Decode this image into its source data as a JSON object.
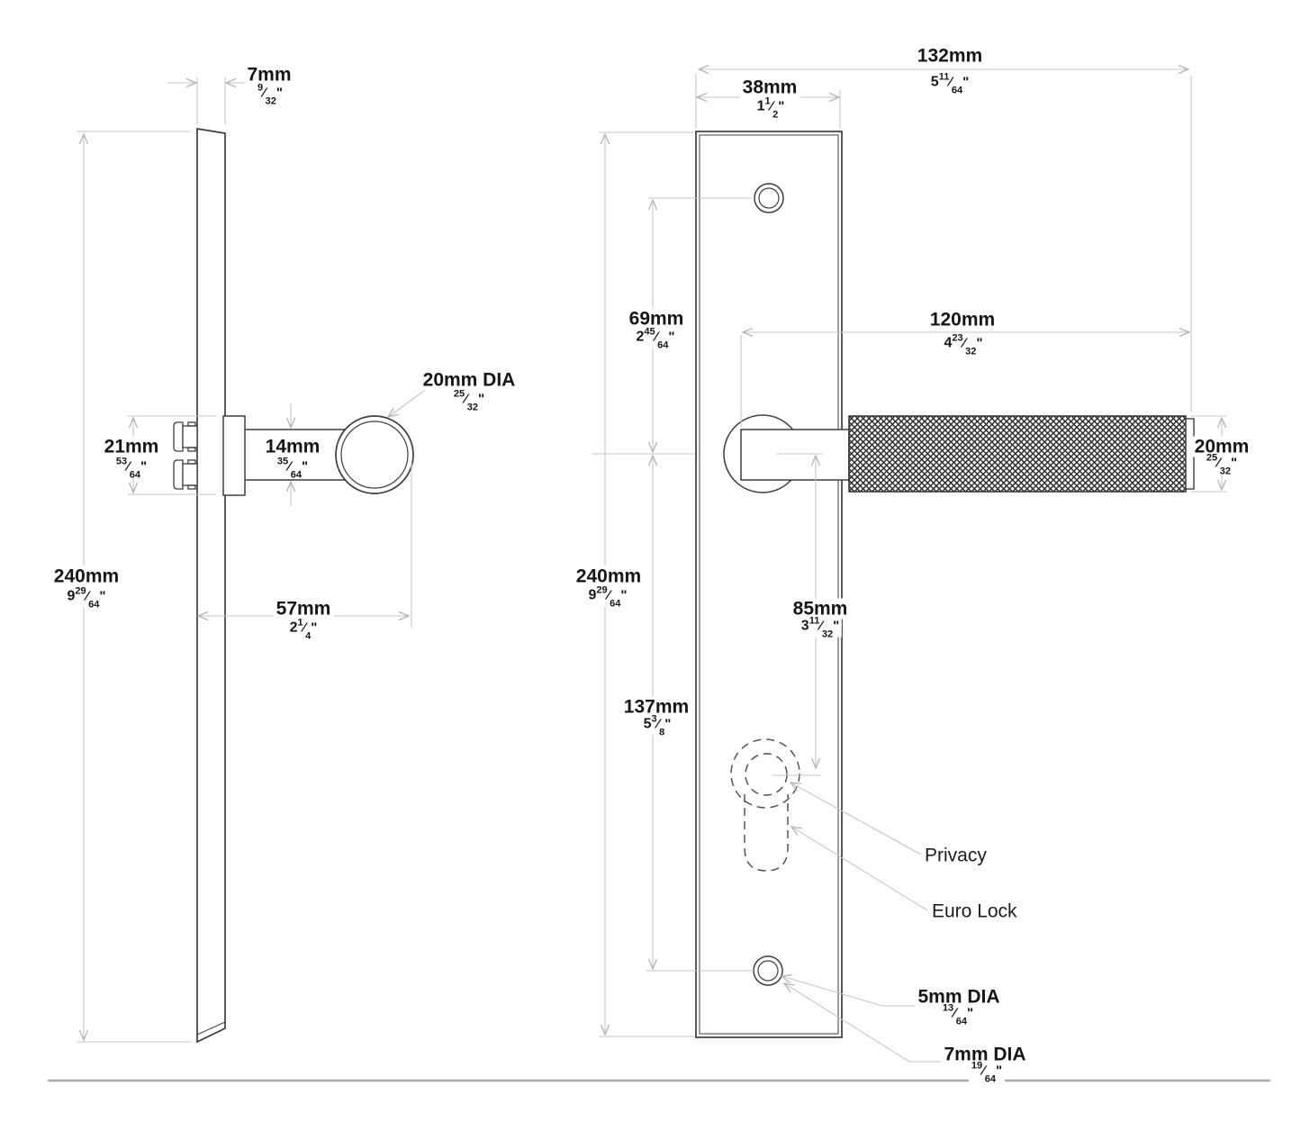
{
  "side_view": {
    "plate_thickness": {
      "metric": "7mm",
      "imperial": "9/32\""
    },
    "rose_height": {
      "metric": "21mm",
      "imperial": "53/64\""
    },
    "neck_diameter": {
      "metric": "14mm",
      "imperial": "35/64\""
    },
    "handle_diameter": {
      "metric": "20mm DIA",
      "imperial": "25/32\""
    },
    "plate_length": {
      "metric": "240mm",
      "imperial": "9 29/64\""
    },
    "projection": {
      "metric": "57mm",
      "imperial": "2 1/4\""
    }
  },
  "front_view": {
    "overall_width": {
      "metric": "132mm",
      "imperial": "5 11/64\""
    },
    "plate_width": {
      "metric": "38mm",
      "imperial": "1 1/2\""
    },
    "screw_to_centre": {
      "metric": "69mm",
      "imperial": "2 45/64\""
    },
    "lever_length": {
      "metric": "120mm",
      "imperial": "4 23/32\""
    },
    "lever_diameter": {
      "metric": "20mm",
      "imperial": "25/32\""
    },
    "plate_length": {
      "metric": "240mm",
      "imperial": "9 29/64\""
    },
    "centre_to_cylinder": {
      "metric": "85mm",
      "imperial": "3 11/32\""
    },
    "centre_to_screw": {
      "metric": "137mm",
      "imperial": "5 3/8\""
    },
    "privacy_label": "Privacy",
    "euro_lock_label": "Euro Lock",
    "screw_hole_diameter": {
      "metric": "5mm DIA",
      "imperial": "13/64\""
    },
    "fixing_hole_diameter": {
      "metric": "7mm DIA",
      "imperial": "19/64\""
    }
  },
  "colors": {
    "drawing_line": "#3d3d3d",
    "dimension_line": "#c6c6c6",
    "text": "#161616",
    "divider": "#a9a9a9"
  }
}
